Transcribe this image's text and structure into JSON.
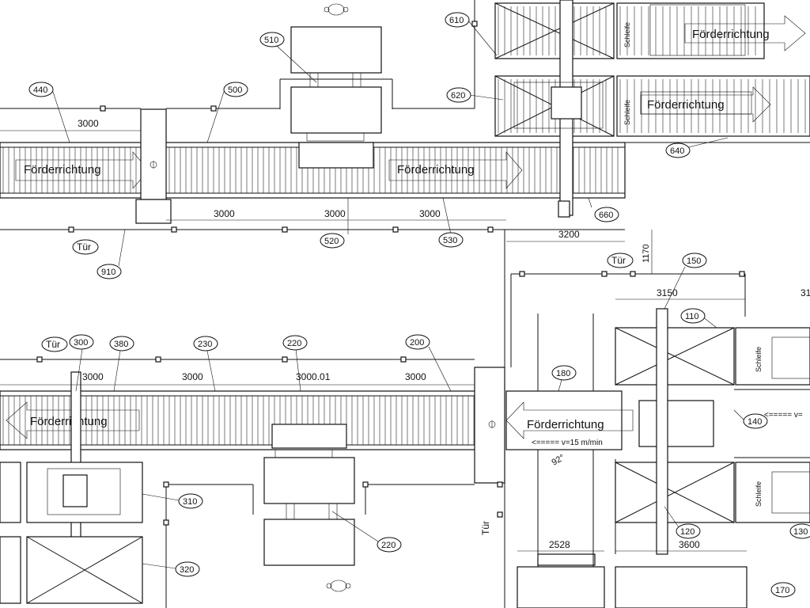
{
  "drawing": {
    "flow_label": "Förderrichtung",
    "door_label": "Tür",
    "speed_label": "<===== v=15 m/min",
    "speed_label_right": "<===== v=",
    "angle_label": "92°",
    "vertical_label": "Schleife",
    "dimensions": [
      "3000",
      "3000",
      "3000",
      "3000",
      "3200",
      "1170",
      "3150",
      "31",
      "3000",
      "3000",
      "3000.01",
      "3000",
      "2528",
      "3600"
    ],
    "item_numbers": [
      "440",
      "500",
      "510",
      "520",
      "530",
      "610",
      "620",
      "640",
      "660",
      "910",
      "150",
      "110",
      "140",
      "300",
      "380",
      "230",
      "220",
      "200",
      "180",
      "310",
      "320",
      "220",
      "120",
      "130",
      "170"
    ]
  },
  "icons": [
    "operator-icon",
    "operator-icon"
  ]
}
